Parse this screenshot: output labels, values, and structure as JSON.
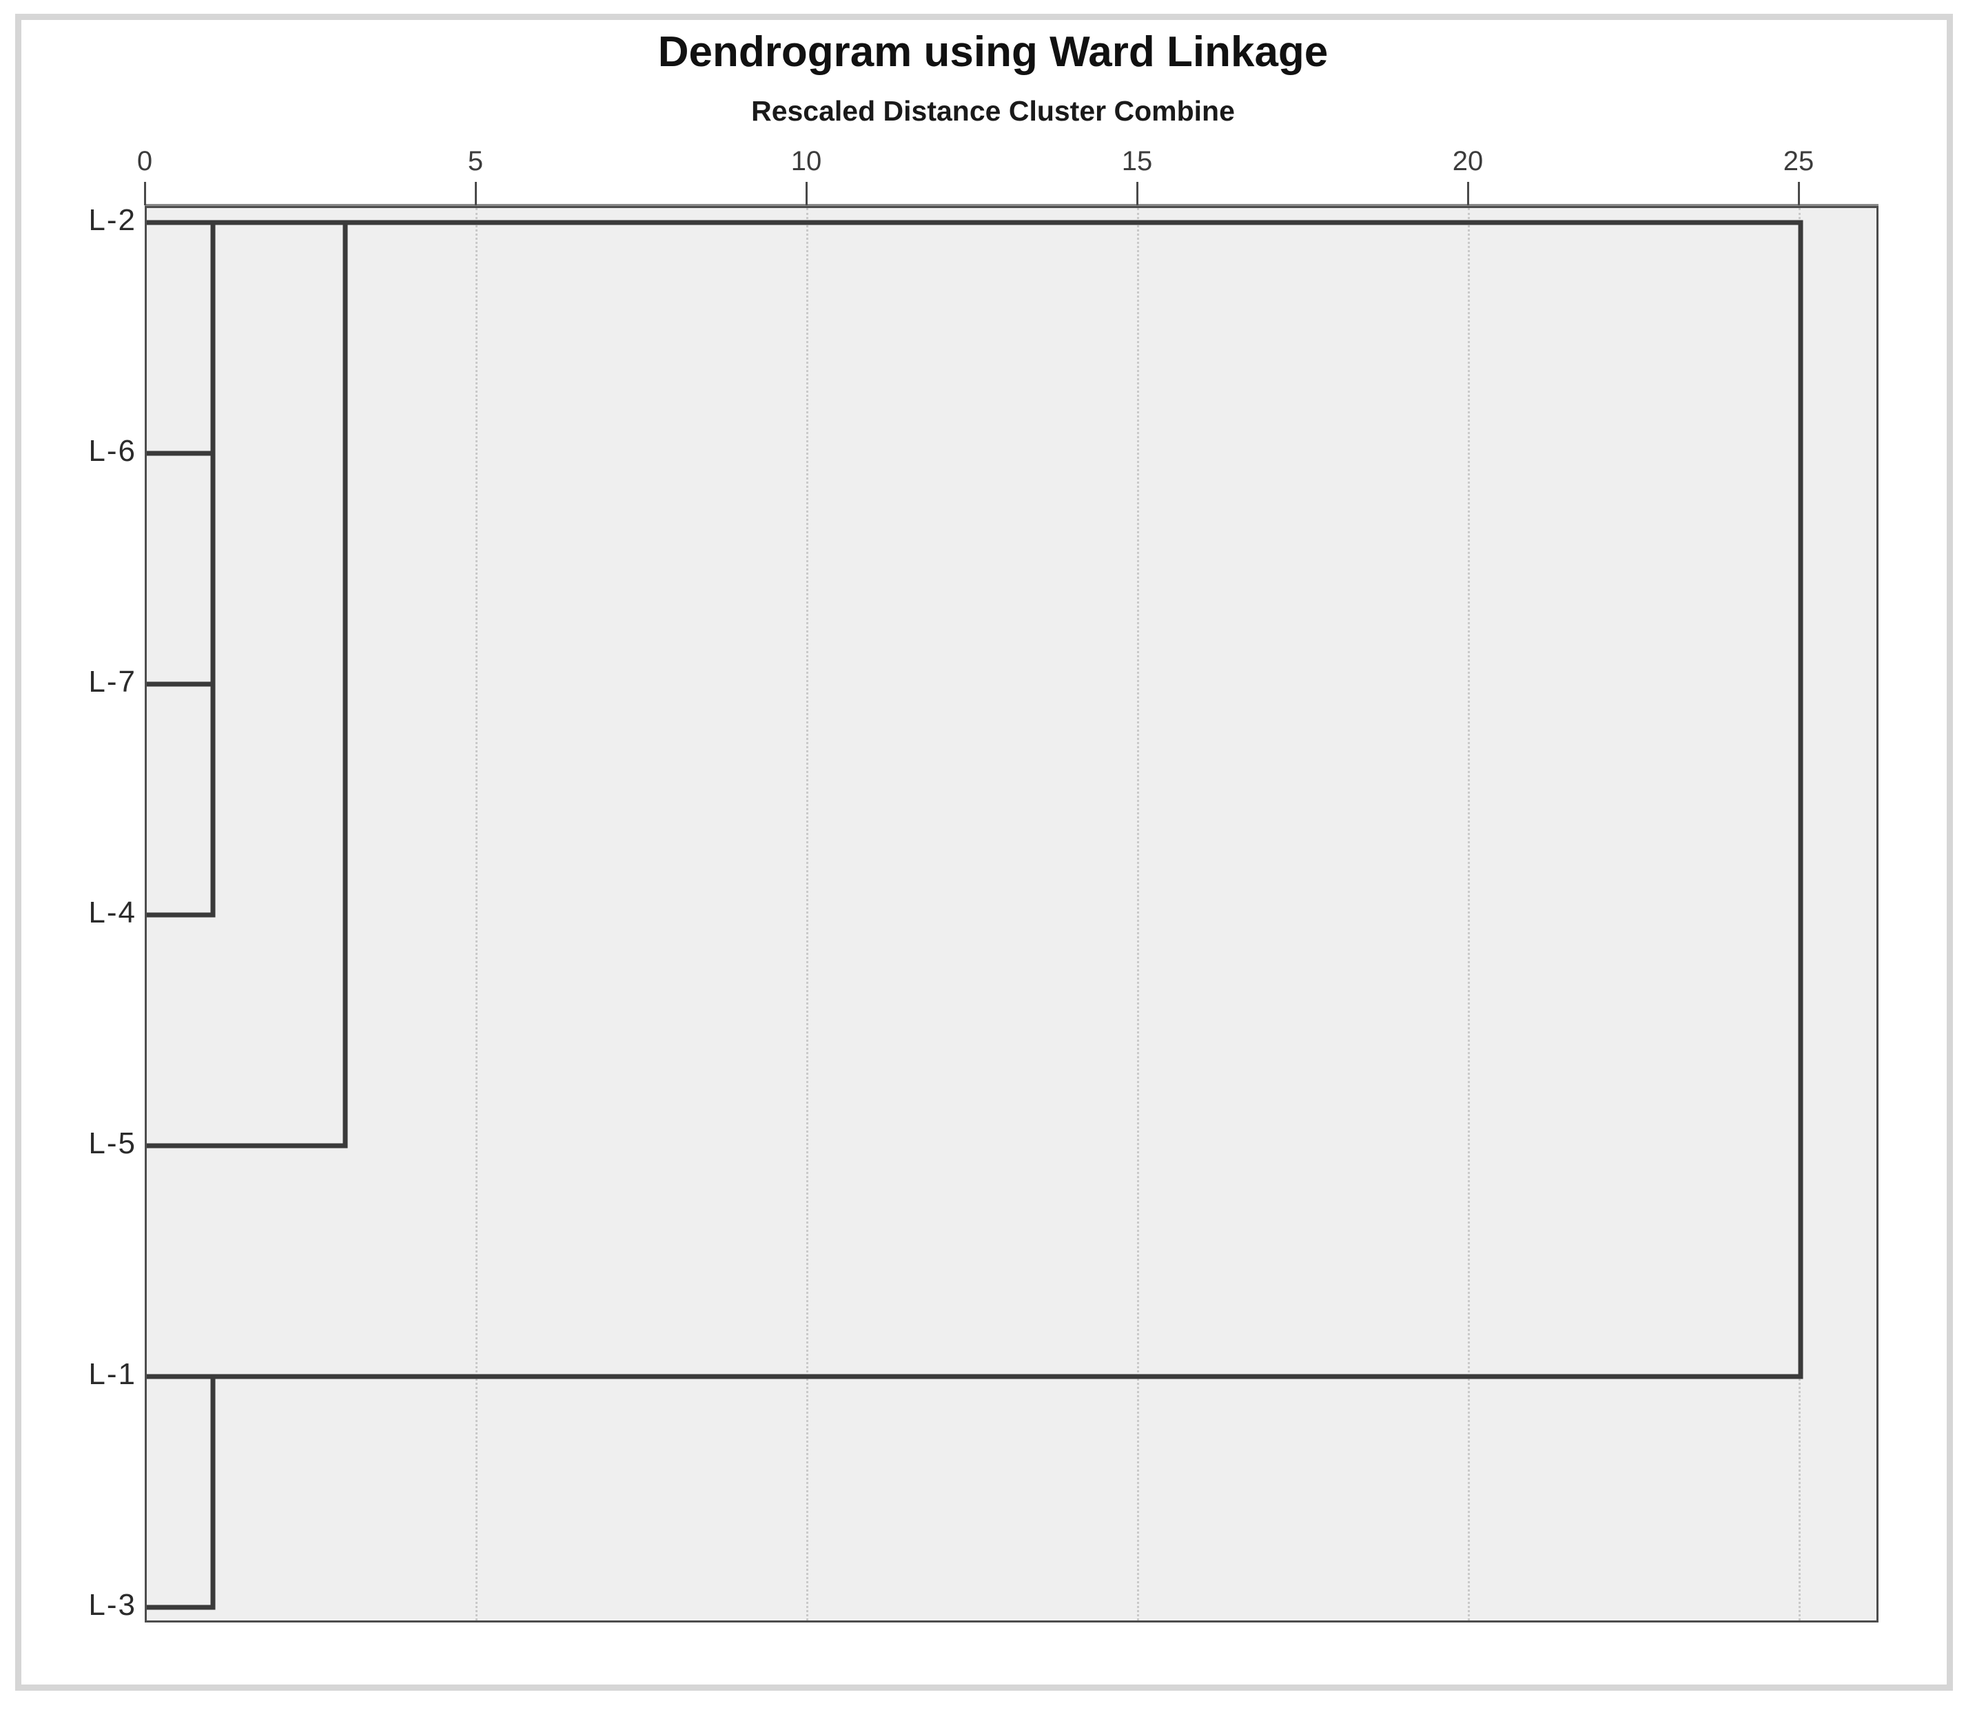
{
  "figure": {
    "title": "Dendrogram using Ward Linkage",
    "subtitle": "Rescaled Distance Cluster Combine",
    "frame_color": "#d6d6d6",
    "panel_background": "#efefef",
    "line_color": "#3a3a3a",
    "gridline_color": "#c9c9c9"
  },
  "x_axis": {
    "ticks": [
      {
        "label": "0",
        "value": 0
      },
      {
        "label": "5",
        "value": 5
      },
      {
        "label": "10",
        "value": 10
      },
      {
        "label": "15",
        "value": 15
      },
      {
        "label": "20",
        "value": 20
      },
      {
        "label": "25",
        "value": 25
      }
    ],
    "range": [
      0,
      26.2
    ],
    "title": "Rescaled Distance Cluster Combine"
  },
  "leaves": [
    {
      "label": "L-2",
      "row": 0
    },
    {
      "label": "L-6",
      "row": 1
    },
    {
      "label": "L-7",
      "row": 2
    },
    {
      "label": "L-4",
      "row": 3
    },
    {
      "label": "L-5",
      "row": 4
    },
    {
      "label": "L-1",
      "row": 5
    },
    {
      "label": "L-3",
      "row": 6
    }
  ],
  "chart_data": {
    "type": "line",
    "chart_kind": "dendrogram",
    "title": "Dendrogram using Ward Linkage",
    "subtitle": "Rescaled Distance Cluster Combine",
    "xlabel": "Rescaled Distance Cluster Combine",
    "ylabel": "",
    "xlim": [
      0,
      26.2
    ],
    "xticks": [
      0,
      5,
      10,
      15,
      20,
      25
    ],
    "grid": "vertical-dotted",
    "legend": "none",
    "linkage_method": "Ward",
    "leaf_order": [
      "L-2",
      "L-6",
      "L-7",
      "L-4",
      "L-5",
      "L-1",
      "L-3"
    ],
    "merges": [
      {
        "id": "n1",
        "left": "L-2",
        "right": "L-6",
        "distance": 1.0
      },
      {
        "id": "n2",
        "left": "L-7",
        "right": "L-4",
        "distance": 1.0
      },
      {
        "id": "n3",
        "left": "n1",
        "right": "n2",
        "distance": 1.0
      },
      {
        "id": "n4",
        "left": "n3",
        "right": "L-5",
        "distance": 3.0
      },
      {
        "id": "n5",
        "left": "L-1",
        "right": "L-3",
        "distance": 1.0
      },
      {
        "id": "n6",
        "left": "n4",
        "right": "n5",
        "distance": 25.0
      }
    ],
    "clusters_at_cut_2": [
      [
        "L-2",
        "L-6",
        "L-7",
        "L-4",
        "L-5"
      ],
      [
        "L-1",
        "L-3"
      ]
    ]
  }
}
